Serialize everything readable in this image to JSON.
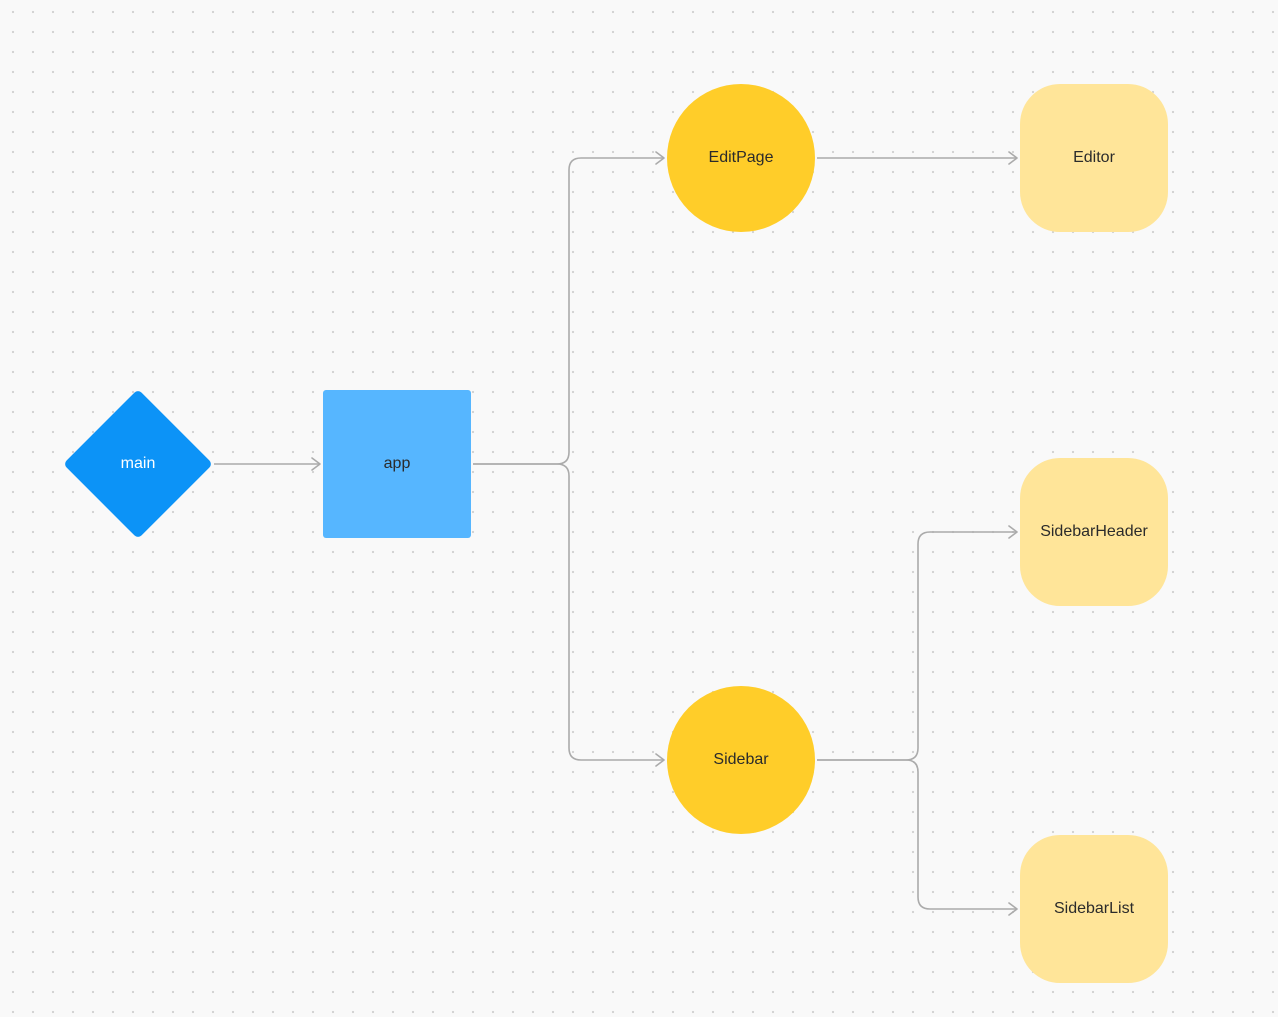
{
  "diagram": {
    "nodes": {
      "main": {
        "label": "main",
        "shape": "diamond",
        "color": "#0c93f7"
      },
      "app": {
        "label": "app",
        "shape": "square",
        "color": "#56b6ff"
      },
      "editpage": {
        "label": "EditPage",
        "shape": "circle",
        "color": "#ffcd29"
      },
      "sidebar": {
        "label": "Sidebar",
        "shape": "circle",
        "color": "#ffcd29"
      },
      "editor": {
        "label": "Editor",
        "shape": "rounded-square",
        "color": "#ffe599"
      },
      "sidebarheader": {
        "label": "SidebarHeader",
        "shape": "rounded-square",
        "color": "#ffe599"
      },
      "sidebarlist": {
        "label": "SidebarList",
        "shape": "rounded-square",
        "color": "#ffe599"
      }
    },
    "edges": [
      {
        "from": "main",
        "to": "app"
      },
      {
        "from": "app",
        "to": "editpage"
      },
      {
        "from": "app",
        "to": "sidebar"
      },
      {
        "from": "editpage",
        "to": "editor"
      },
      {
        "from": "sidebar",
        "to": "sidebarheader"
      },
      {
        "from": "sidebar",
        "to": "sidebarlist"
      }
    ],
    "edge_color": "#ababab",
    "background": "dot-grid"
  }
}
